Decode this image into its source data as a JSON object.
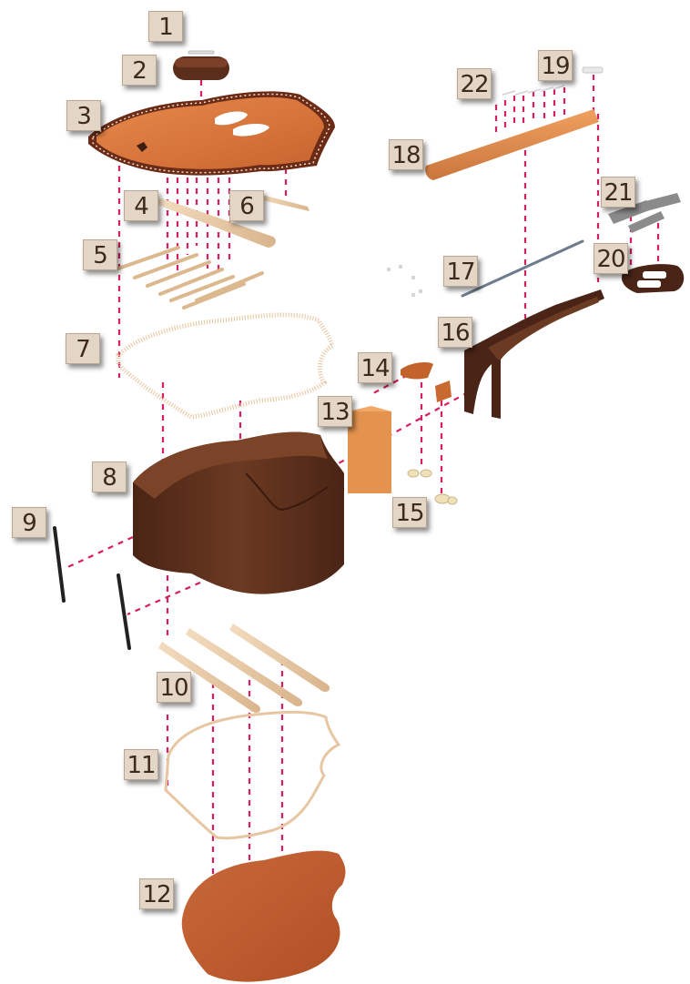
{
  "colors": {
    "guide": "#d81e62",
    "tag_background": "#e3d6c6",
    "tag_text": "#3e2a1c",
    "spruce": "#f3a36a",
    "rosewood": "#5a2e1c",
    "binding": "#e9c8a6"
  },
  "labels": [
    "1",
    "2",
    "3",
    "4",
    "5",
    "6",
    "7",
    "8",
    "9",
    "10",
    "11",
    "12",
    "13",
    "14",
    "15",
    "16",
    "17",
    "18",
    "19",
    "20",
    "21",
    "22"
  ]
}
